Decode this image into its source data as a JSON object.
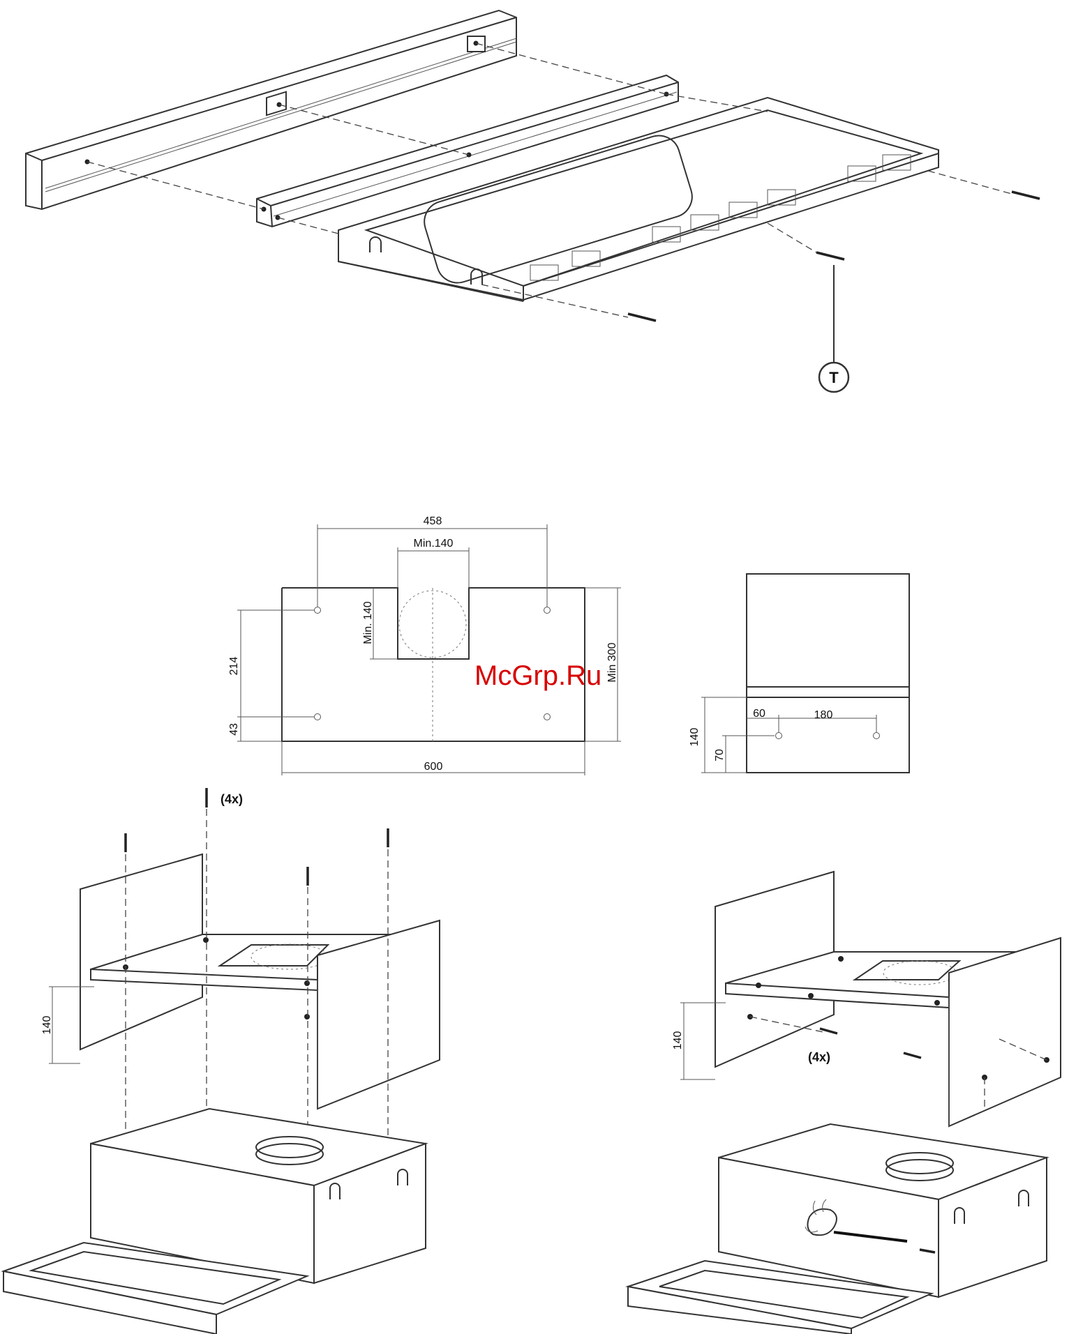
{
  "callout": {
    "letter": "T"
  },
  "watermark": {
    "text": "McGrp.Ru"
  },
  "wall_template": {
    "top_width": "458",
    "duct_width": "Min.140",
    "duct_depth": "Min. 140",
    "hole_spacing_vertical": "214",
    "bottom_offset": "43",
    "overall_width": "600",
    "height": "Min 300"
  },
  "side_template": {
    "edge_offset": "60",
    "hole_spacing": "180",
    "panel_height": "140",
    "hole_height": "70"
  },
  "install_left": {
    "screw_count": "(4x)",
    "height": "140"
  },
  "install_right": {
    "screw_count": "(4x)",
    "height": "140"
  }
}
